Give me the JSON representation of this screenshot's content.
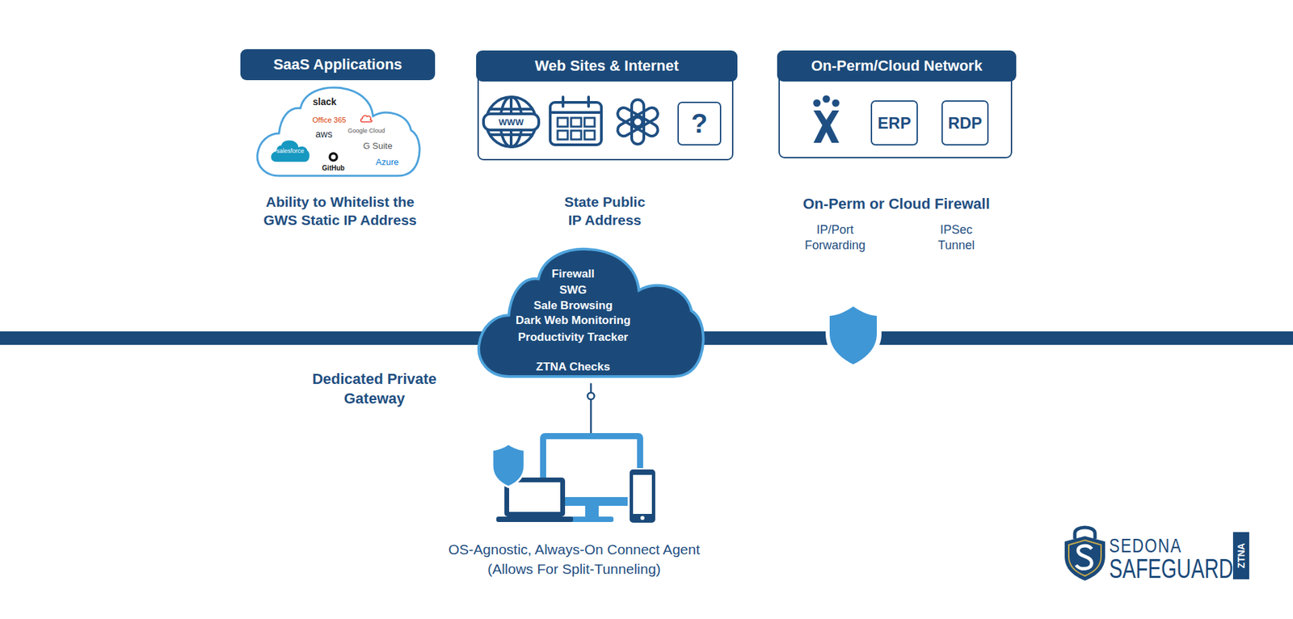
{
  "diagram": {
    "nodes": [
      {
        "text": [
          "SaaS Applications"
        ]
      },
      {
        "text": [
          "slack",
          "Office 365",
          "Google Cloud",
          "aws",
          "G Suite",
          "salesforce",
          "GitHub",
          "Azure"
        ]
      },
      {
        "text": [
          "Web Sites & Internet"
        ]
      },
      {
        "text": [
          "?"
        ],
        "in": 2
      },
      {
        "text": [
          "On-Perm/Cloud Network"
        ]
      },
      {
        "text": [
          "ERP"
        ],
        "in": 4
      },
      {
        "text": [
          "RDP"
        ],
        "in": 4
      },
      {
        "text": [
          "Firewall",
          "SWG",
          "Sale Browsing",
          "Dark Web Monitoring",
          "Productivity Tracker",
          "ZTNA Checks"
        ]
      },
      {
        "text": [
          "OS-Agnostic, Always-On Connect Agent (Allows For Split-Tunneling)"
        ]
      }
    ],
    "edges": [
      {
        "from": 7,
        "to": 8,
        "arrow": "none"
      }
    ],
    "labels": [
      "WWW",
      "Ability to Whitelist the GWS Static IP Address",
      "State Public IP Address",
      "On-Perm or Cloud Firewall",
      "IP/Port Forwarding",
      "IPSec Tunnel",
      "Dedicated Private Gateway",
      "SEDONA",
      "SAFEGUARD",
      "ZTNA"
    ]
  }
}
